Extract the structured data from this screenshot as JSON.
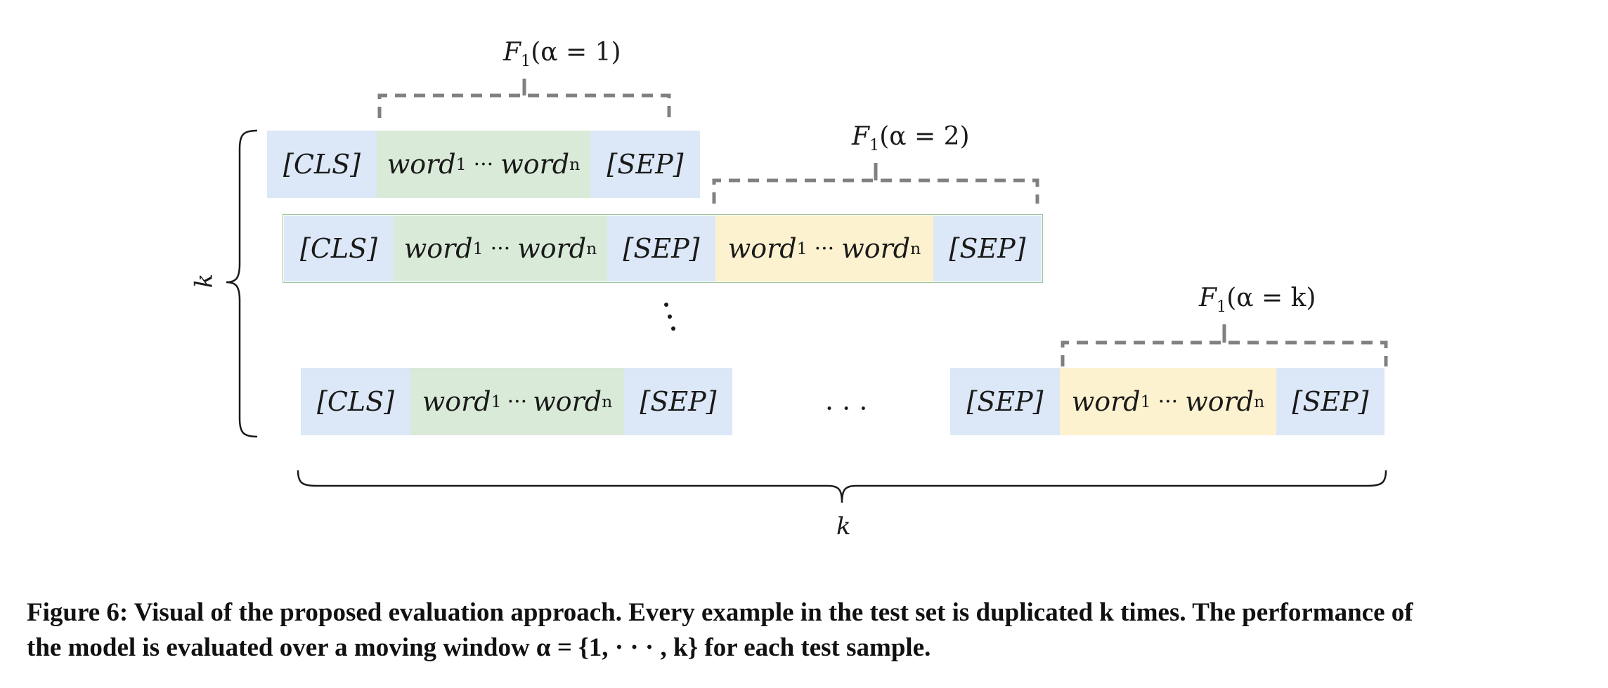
{
  "labels": {
    "cls": "[CLS]",
    "sep": "[SEP]",
    "word": "word",
    "sub_first": "1",
    "sub_last": "n",
    "mid_dots": "···",
    "h_dots": "· · ·",
    "k": "k"
  },
  "f1_labels": [
    {
      "prefix": "F",
      "sub": "1",
      "rest": "(α = 1)"
    },
    {
      "prefix": "F",
      "sub": "1",
      "rest": "(α = 2)"
    },
    {
      "prefix": "F",
      "sub": "1",
      "rest": "(α = k)"
    }
  ],
  "colors": {
    "blue": "#dce8f7",
    "green": "#d9ead8",
    "yellow": "#fdf2cf",
    "dash": "#808080"
  },
  "caption": {
    "line1": "Figure 6: Visual of the proposed evaluation approach. Every example in the test set is duplicated k times. The performance of",
    "line2": "the model is evaluated over a moving window α = {1, · · · , k} for each test sample."
  }
}
